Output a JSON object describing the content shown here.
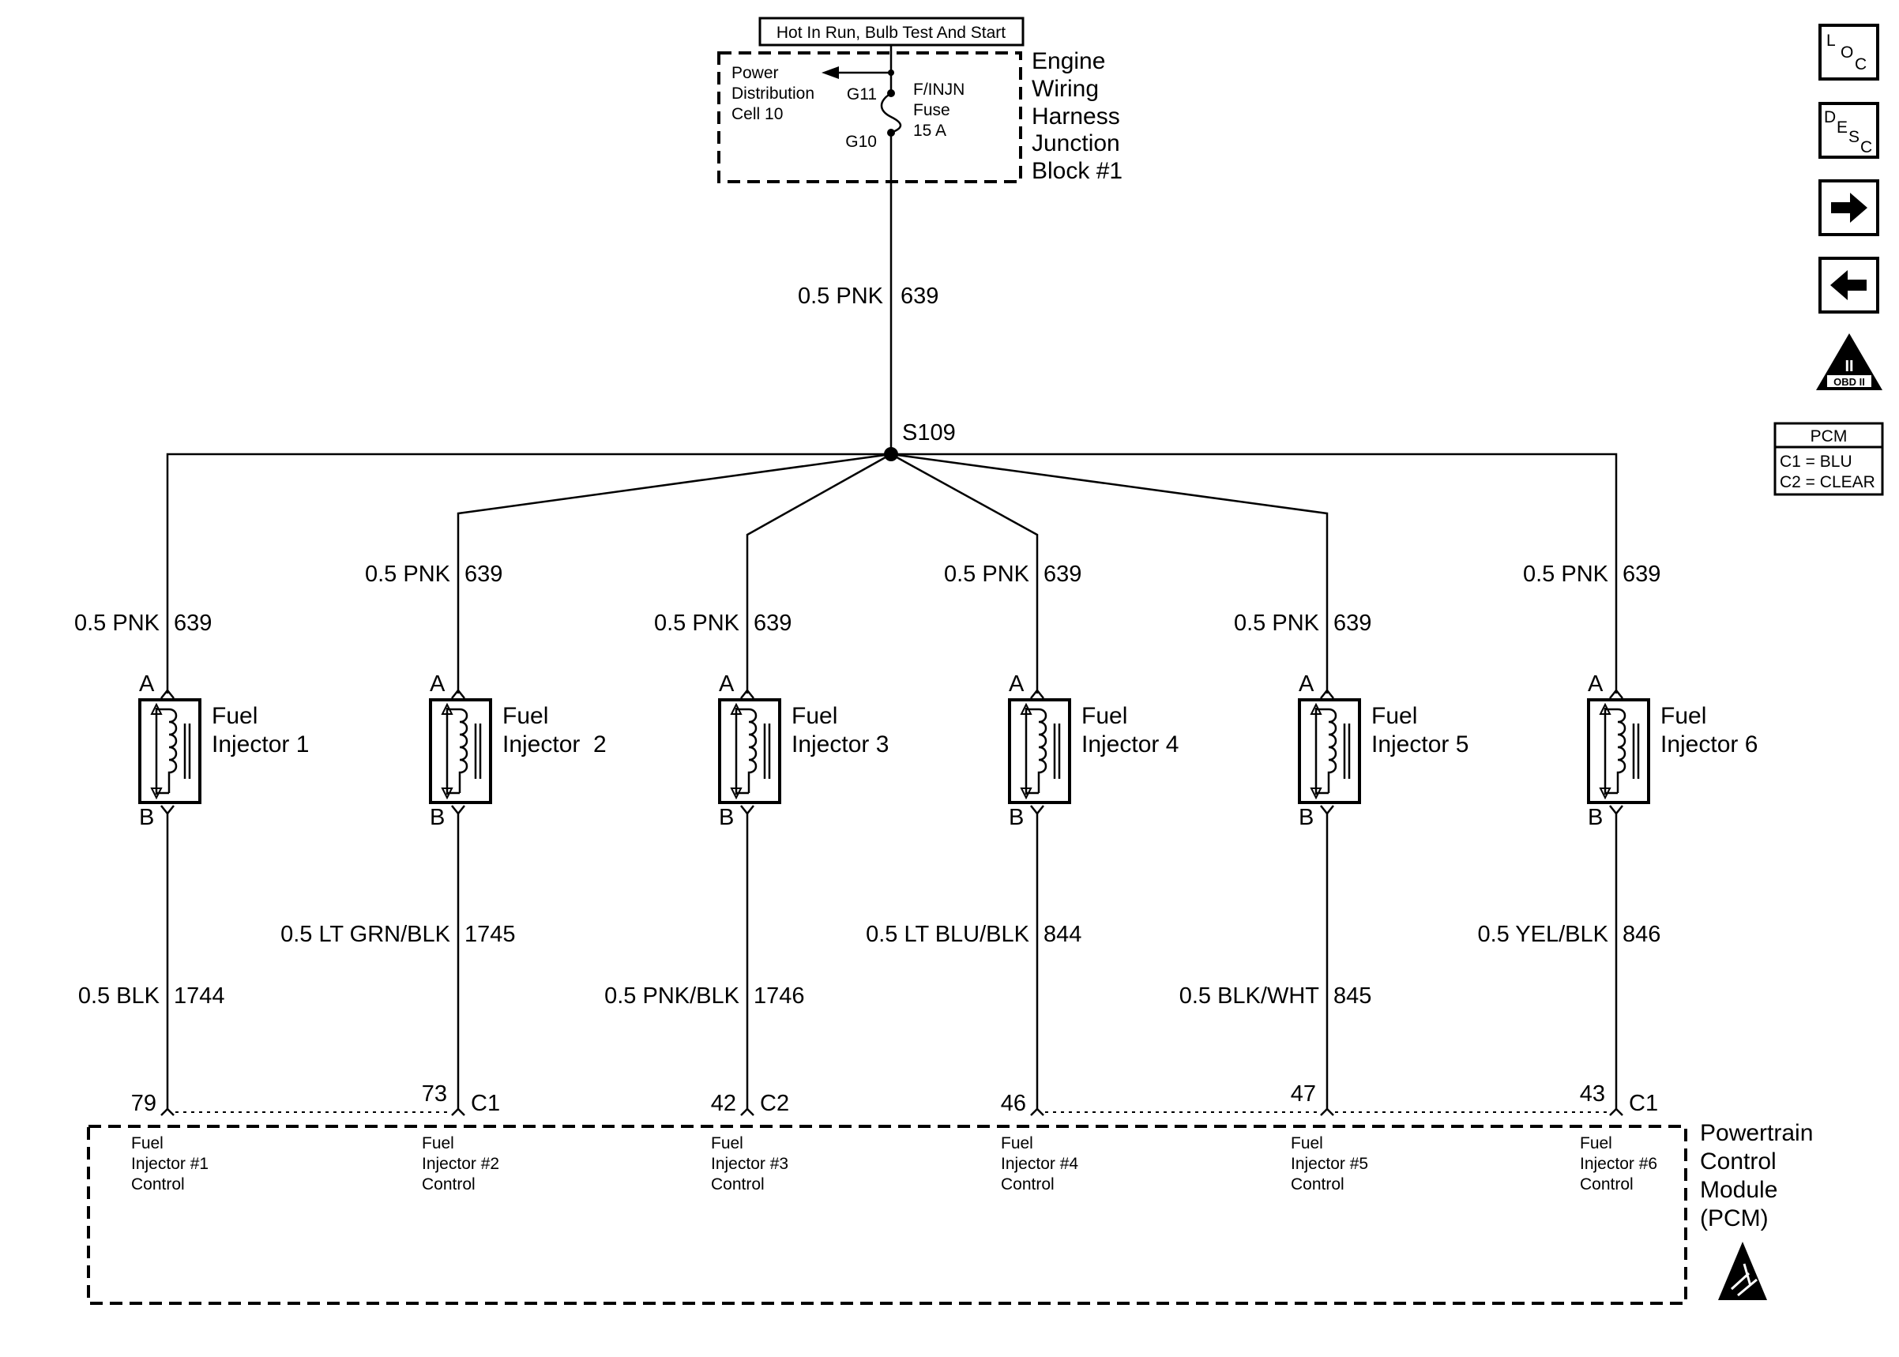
{
  "hot_label": "Hot In Run, Bulb Test And Start",
  "junction_block": {
    "pdc": [
      "Power",
      "Distribution",
      "Cell 10"
    ],
    "g11": "G11",
    "g10": "G10",
    "fuse": [
      "F/INJN",
      "Fuse",
      "15 A"
    ],
    "title": [
      "Engine",
      "Wiring",
      "Harness",
      "Junction",
      "Block #1"
    ]
  },
  "main_wire": {
    "gauge": "0.5 PNK",
    "circuit": "639"
  },
  "splice": "S109",
  "injectors": [
    {
      "name": [
        "Fuel",
        "Injector 1"
      ],
      "pin_a": "A",
      "pin_b": "B",
      "feed_gauge": "0.5 PNK",
      "feed_circuit": "639",
      "ctl_gauge": "0.5 BLK",
      "ctl_circuit": "1744",
      "pcm_pin": "79",
      "connector": "",
      "pcm_label": [
        "Fuel",
        "Injector #1",
        "Control"
      ]
    },
    {
      "name": [
        "Fuel",
        "Injector  2"
      ],
      "pin_a": "A",
      "pin_b": "B",
      "feed_gauge": "0.5 PNK",
      "feed_circuit": "639",
      "ctl_gauge": "0.5 LT GRN/BLK",
      "ctl_circuit": "1745",
      "pcm_pin": "73",
      "connector": "C1",
      "pcm_label": [
        "Fuel",
        "Injector #2",
        "Control"
      ]
    },
    {
      "name": [
        "Fuel",
        "Injector 3"
      ],
      "pin_a": "A",
      "pin_b": "B",
      "feed_gauge": "0.5 PNK",
      "feed_circuit": "639",
      "ctl_gauge": "0.5 PNK/BLK",
      "ctl_circuit": "1746",
      "pcm_pin": "42",
      "connector": "C2",
      "pcm_label": [
        "Fuel",
        "Injector #3",
        "Control"
      ]
    },
    {
      "name": [
        "Fuel",
        "Injector 4"
      ],
      "pin_a": "A",
      "pin_b": "B",
      "feed_gauge": "0.5 PNK",
      "feed_circuit": "639",
      "ctl_gauge": "0.5 LT BLU/BLK",
      "ctl_circuit": "844",
      "pcm_pin": "46",
      "connector": "",
      "pcm_label": [
        "Fuel",
        "Injector #4",
        "Control"
      ]
    },
    {
      "name": [
        "Fuel",
        "Injector 5"
      ],
      "pin_a": "A",
      "pin_b": "B",
      "feed_gauge": "0.5 PNK",
      "feed_circuit": "639",
      "ctl_gauge": "0.5 BLK/WHT",
      "ctl_circuit": "845",
      "pcm_pin": "47",
      "connector": "",
      "pcm_label": [
        "Fuel",
        "Injector #5",
        "Control"
      ]
    },
    {
      "name": [
        "Fuel",
        "Injector 6"
      ],
      "pin_a": "A",
      "pin_b": "B",
      "feed_gauge": "0.5 PNK",
      "feed_circuit": "639",
      "ctl_gauge": "0.5 YEL/BLK",
      "ctl_circuit": "846",
      "pcm_pin": "43",
      "connector": "C1",
      "pcm_label": [
        "Fuel",
        "Injector #6",
        "Control"
      ]
    }
  ],
  "pcm_module": [
    "Powertrain",
    "Control",
    "Module",
    "(PCM)"
  ],
  "pcm_legend": {
    "title": "PCM",
    "lines": [
      "C1 = BLU",
      "C2 = CLEAR"
    ]
  },
  "nav_buttons": [
    {
      "name": "loc-button",
      "letters": [
        "L",
        "O",
        "C"
      ]
    },
    {
      "name": "desc-button",
      "letters": [
        "D",
        "E",
        "S",
        "C"
      ]
    },
    {
      "name": "next-arrow-button",
      "icon": "arrow-right-icon"
    },
    {
      "name": "prev-arrow-button",
      "icon": "arrow-left-icon"
    }
  ],
  "obd_icon": {
    "numeral": "II",
    "text": "OBD II"
  },
  "esd_icon": "esd-warning-icon"
}
